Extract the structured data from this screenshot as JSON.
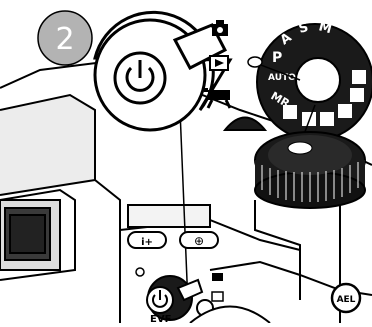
{
  "step_badge": "2",
  "power_dial": {
    "positions": [
      "camera-icon",
      "playback-icon",
      "movie-icon"
    ]
  },
  "mode_dial": {
    "labels": [
      "P",
      "A",
      "S",
      "M",
      "AUTO",
      "MR"
    ],
    "icons": [
      "portrait-icon",
      "sports-icon",
      "landscape-icon",
      "night-portrait-icon",
      "sunset-icon",
      "macro-icon"
    ]
  },
  "body_buttons": {
    "info": "i+",
    "magnify": "⊕",
    "exposure_comp": "☒",
    "ael": "AEL",
    "evf": "EVF"
  },
  "colors": {
    "badge_fill": "#b3b3b3",
    "line": "#000000",
    "body_gray": "#d9d9d9",
    "dial_dark": "#1a1a1a"
  }
}
